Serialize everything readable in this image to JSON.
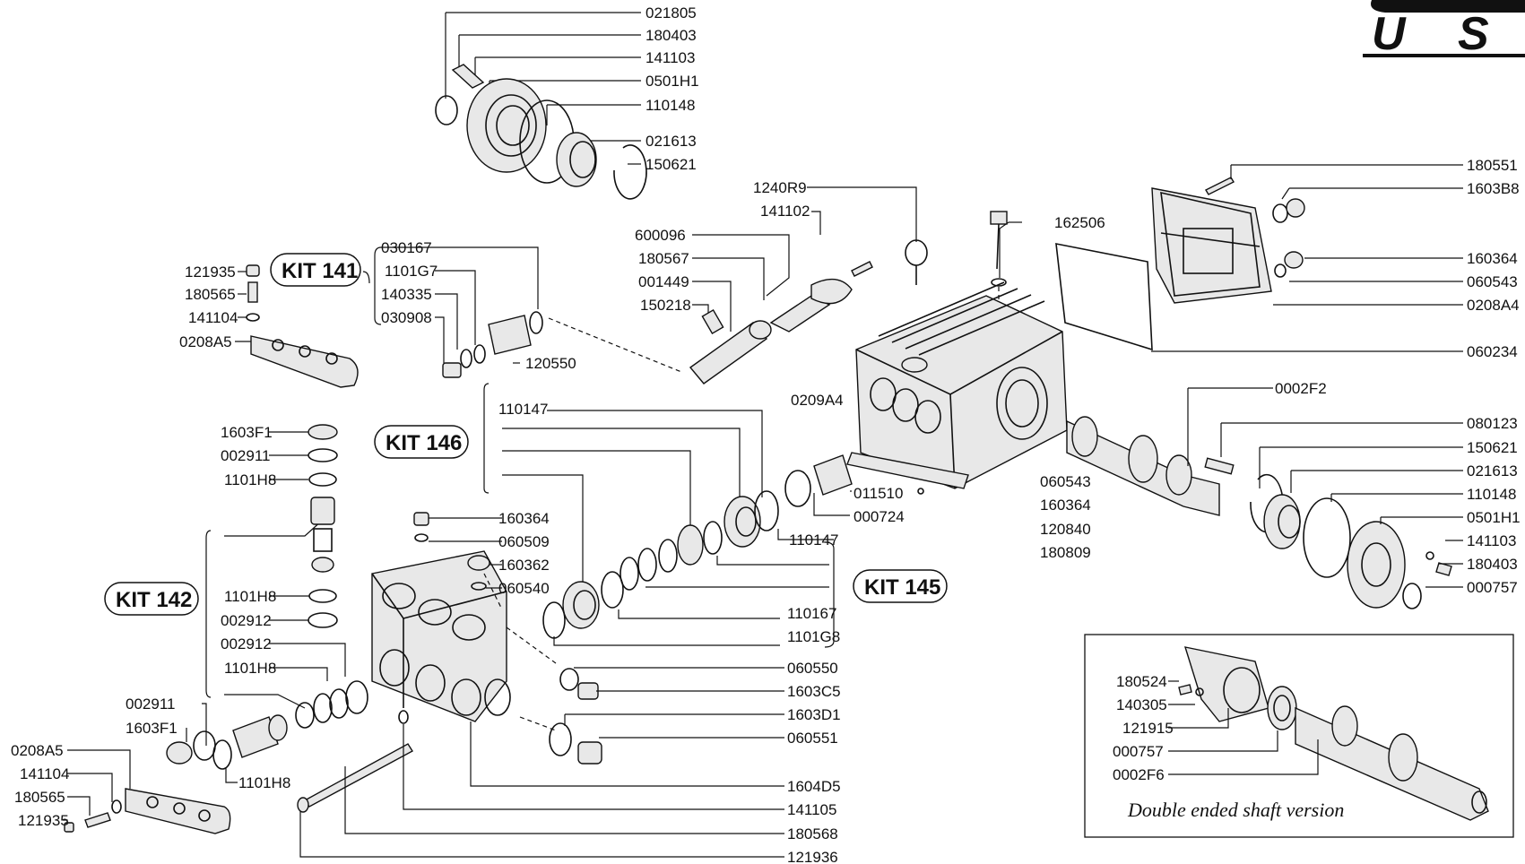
{
  "logo": {
    "text": "U S"
  },
  "kits": {
    "kit141": "KIT 141",
    "kit142": "KIT 142",
    "kit145": "KIT 145",
    "kit146": "KIT 146"
  },
  "inset_caption": "Double ended shaft version",
  "labels": {
    "top_021805": "021805",
    "top_180403": "180403",
    "top_141103": "141103",
    "top_0501H1": "0501H1",
    "top_110148": "110148",
    "top_021613": "021613",
    "top_150621": "150621",
    "r_1240R9": "1240R9",
    "r_141102": "141102",
    "r_600096": "600096",
    "r_180567": "180567",
    "r_001449": "001449",
    "r_150218": "150218",
    "r_162506": "162506",
    "k141_030167": "030167",
    "k141_1101G7": "1101G7",
    "k141_140335": "140335",
    "k141_030908": "030908",
    "k141_120550": "120550",
    "l_121935a": "121935",
    "l_180565a": "180565",
    "l_141104a": "141104",
    "l_0208A5a": "0208A5",
    "l_1603F1a": "1603F1",
    "l_002911a": "002911",
    "l_1101H8a": "1101H8",
    "l_1101H8b": "1101H8",
    "l_002912a": "002912",
    "l_002912b": "002912",
    "l_1101H8c": "1101H8",
    "l_002911b": "002911",
    "l_1603F1b": "1603F1",
    "l_1101H8d": "1101H8",
    "l_0208A5b": "0208A5",
    "l_141104b": "141104",
    "l_180565b": "180565",
    "l_121935b": "121935",
    "m_160364a": "160364",
    "m_060509": "060509",
    "m_160362": "160362",
    "m_060540": "060540",
    "m_110147a": "110147",
    "m_0209A4": "0209A4",
    "m_011510": "011510",
    "m_000724": "000724",
    "m_110147b": "110147",
    "m_060543a": "060543",
    "m_160364b": "160364",
    "m_120840": "120840",
    "m_180809": "180809",
    "m_110167": "110167",
    "m_1101G8": "1101G8",
    "m_060550": "060550",
    "m_1603C5": "1603C5",
    "m_1603D1": "1603D1",
    "m_060551": "060551",
    "m_1604D5": "1604D5",
    "m_141105": "141105",
    "m_180568": "180568",
    "m_121936": "121936",
    "rr_180551": "180551",
    "rr_1603B8": "1603B8",
    "rr_160364": "160364",
    "rr_060543": "060543",
    "rr_0208A4": "0208A4",
    "rr_060234": "060234",
    "rr_0002F2": "0002F2",
    "rr_080123": "080123",
    "rr_150621": "150621",
    "rr_021613": "021613",
    "rr_110148": "110148",
    "rr_0501H1": "0501H1",
    "rr_141103": "141103",
    "rr_180403": "180403",
    "rr_000757": "000757",
    "in_180524": "180524",
    "in_140305": "140305",
    "in_121915": "121915",
    "in_000757": "000757",
    "in_0002F6": "0002F6"
  }
}
